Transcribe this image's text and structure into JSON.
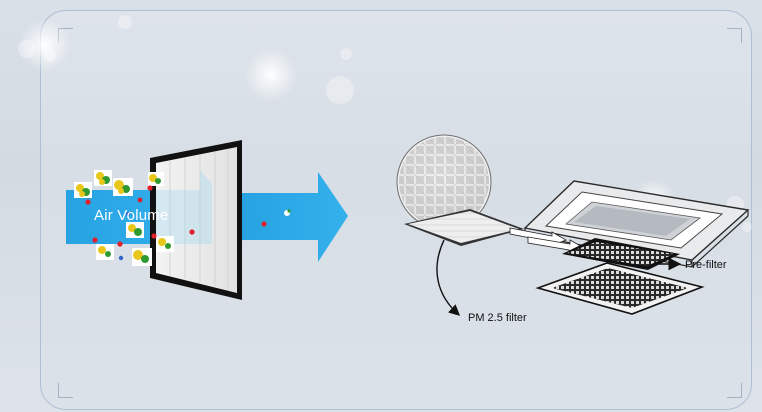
{
  "labels": {
    "air_volume": "Air Volume",
    "pre_filter": "Pre-filter",
    "pm_filter": "PM 2.5 filter"
  },
  "colors": {
    "background": "#d6dde5",
    "frame_border": "#aebfd4",
    "arrow_blue": "#27a3e3",
    "arrow_blue_light": "#58bdf0",
    "particle_red": "#e0202a",
    "particle_yellow": "#e8c61a",
    "particle_green": "#2f9a2f",
    "filter_dark": "#1a1a1a"
  },
  "icons": {
    "sparkles": "sparkle-icon",
    "particles": "dust-particle-icon",
    "filter": "hepa-filter-icon",
    "unit": "cassette-air-conditioner-icon",
    "magnifier": "filter-mesh-zoom-icon"
  }
}
